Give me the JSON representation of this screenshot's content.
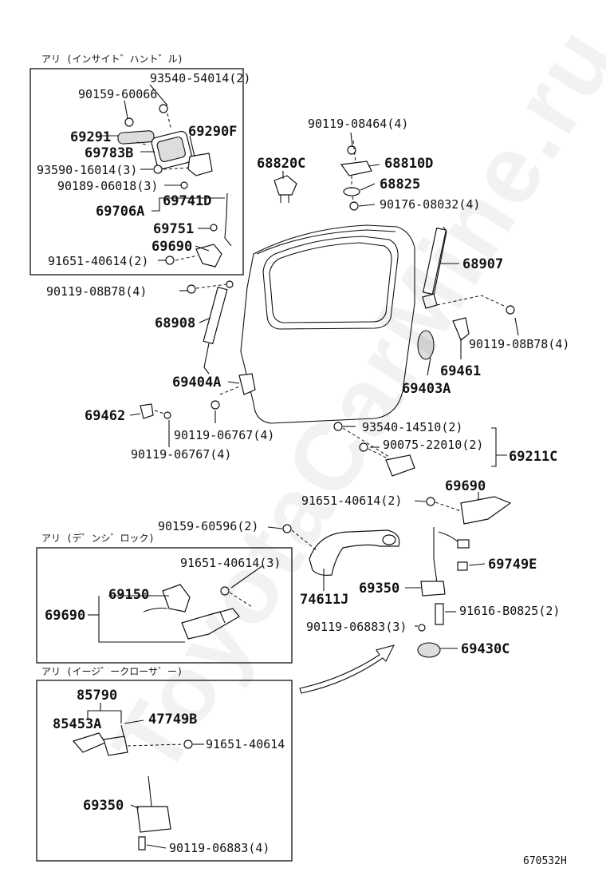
{
  "watermark": "ToyotaCarMine.ru",
  "figure_code": "670532H",
  "sections": {
    "inside_handle": "アリ (インサイト゛ハント゛ル)",
    "power_lock": "アリ (デ゛ンシ゛ロック)",
    "easy_closer": "アリ (イージ゛ークローサ゛ー)"
  },
  "parts": {
    "p93540_54014": "93540-54014(2)",
    "p90159_60066": "90159-60066",
    "p69291": "69291",
    "p69290F": "69290F",
    "p69783B": "69783B",
    "p93590_16014": "93590-16014(3)",
    "p90189_06018": "90189-06018(3)",
    "p69741D": "69741D",
    "p69706A": "69706A",
    "p69751": "69751",
    "p69690_a": "69690",
    "p91651_40614_2a": "91651-40614(2)",
    "p90119_08464": "90119-08464(4)",
    "p68820C": "68820C",
    "p68810D": "68810D",
    "p68825": "68825",
    "p90176_08032": "90176-08032(4)",
    "p68907": "68907",
    "p90119_08B78_l": "90119-08B78(4)",
    "p68908": "68908",
    "p90119_08B78_r": "90119-08B78(4)",
    "p69461": "69461",
    "p69403A": "69403A",
    "p69404A": "69404A",
    "p69462": "69462",
    "p90119_06767_a": "90119-06767(4)",
    "p90119_06767_b": "90119-06767(4)",
    "p93540_14510": "93540-14510(2)",
    "p90075_22010": "90075-22010(2)",
    "p69211C": "69211C",
    "p69690_b": "69690",
    "p91651_40614_2b": "91651-40614(2)",
    "p90159_60596": "90159-60596(2)",
    "p91651_40614_3": "91651-40614(3)",
    "p69150": "69150",
    "p69690_c": "69690",
    "p74611J": "74611J",
    "p69749E": "69749E",
    "p69350_a": "69350",
    "p91616_B0825": "91616-B0825(2)",
    "p90119_06883_3": "90119-06883(3)",
    "p69430C": "69430C",
    "p85790": "85790",
    "p85453A": "85453A",
    "p47749B": "47749B",
    "p91651_40614": "91651-40614",
    "p69350_b": "69350",
    "p90119_06883_4": "90119-06883(4)"
  }
}
